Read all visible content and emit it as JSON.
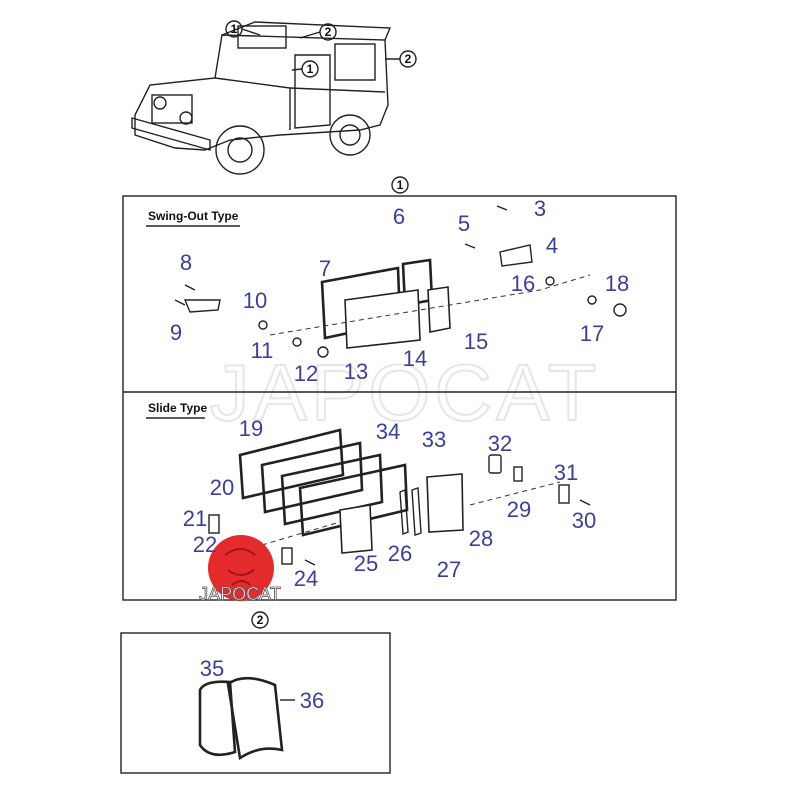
{
  "diagram": {
    "watermark": "JAPOCAT",
    "logo_text": "JAPOCAT",
    "colors": {
      "part_label": "#3b3f9c",
      "logo_red": "#e52b2b",
      "line": "#222222"
    },
    "vehicle_callouts": [
      "1",
      "2",
      "1",
      "2"
    ],
    "section_1": {
      "callout": "1",
      "swing_out": {
        "title": "Swing-Out Type",
        "parts": [
          "3",
          "4",
          "5",
          "6",
          "7",
          "8",
          "9",
          "10",
          "11",
          "12",
          "13",
          "14",
          "15",
          "16",
          "17",
          "18"
        ]
      },
      "slide": {
        "title": "Slide Type",
        "parts": [
          "19",
          "20",
          "21",
          "22",
          "24",
          "25",
          "26",
          "27",
          "28",
          "29",
          "30",
          "31",
          "32",
          "33",
          "34"
        ]
      }
    },
    "section_2": {
      "callout": "2",
      "parts": [
        "35",
        "36"
      ]
    }
  }
}
